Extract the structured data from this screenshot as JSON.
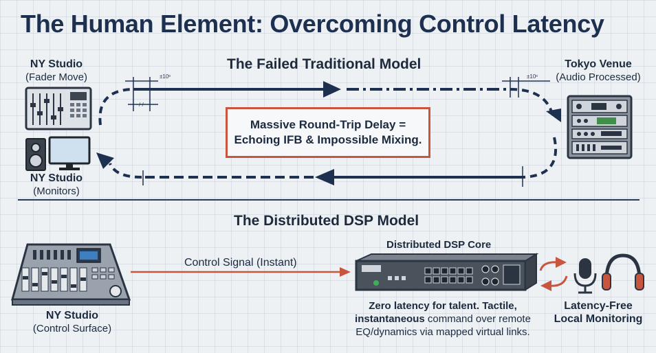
{
  "title": "The Human Element: Overcoming Control Latency",
  "traditional": {
    "heading": "The Failed Traditional Model",
    "ny_fader": {
      "name": "NY Studio",
      "sub": "(Fader Move)"
    },
    "ny_monitors": {
      "name": "NY Studio",
      "sub": "(Monitors)"
    },
    "tokyo": {
      "name": "Tokyo Venue",
      "sub": "(Audio Processed)"
    },
    "delay_line1": "Massive Round-Trip Delay =",
    "delay_line2": "Echoing IFB & Impossible Mixing.",
    "marker_left": "±10ᵉ",
    "marker_right": "±10ᵉ",
    "marker_slash": "/ /"
  },
  "distributed": {
    "heading": "The Distributed DSP Model",
    "ny_surface": {
      "name": "NY Studio",
      "sub": "(Control Surface)"
    },
    "control_signal": "Control Signal (Instant)",
    "dsp_core": "Distributed DSP Core",
    "desc_bold1": "Zero latency for talent. Tactile,",
    "desc_bold2": "instantaneous",
    "desc_rest2": " command over remote",
    "desc_line3": "EQ/dynamics via mapped virtual links.",
    "monitor_line1": "Latency-Free",
    "monitor_line2": "Local Monitoring"
  },
  "colors": {
    "navy": "#1e3050",
    "accent_red": "#c8553d",
    "device_gray": "#5a6470"
  }
}
